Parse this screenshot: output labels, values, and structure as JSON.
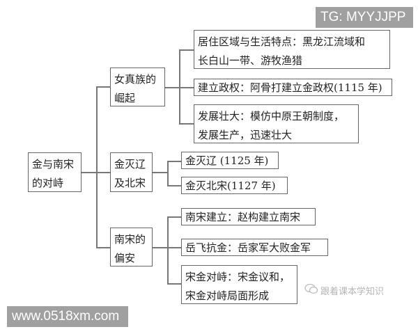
{
  "watermarks": {
    "top_right": "TG: MYYJJPP",
    "bottom_left": "www.0518xm.com",
    "wechat": "跟着课本学知识"
  },
  "root": {
    "line1": "金与南宋",
    "line2": "的对峙"
  },
  "branches": [
    {
      "line1": "女真族的",
      "line2": "崛起",
      "items": [
        {
          "line1": "居住区域与生活特点：黑龙江流域和",
          "line2": "长白山一带、游牧渔猎"
        },
        {
          "line1": "建立政权：阿骨打建立金政权(1115 年)"
        },
        {
          "line1": "发展壮大：模仿中原王朝制度，",
          "line2": "发展生产，迅速壮大"
        }
      ]
    },
    {
      "line1": "金灭辽",
      "line2": "及北宋",
      "items": [
        {
          "line1": "金灭辽 (1125 年)"
        },
        {
          "line1": "金灭北宋(1127 年)"
        }
      ]
    },
    {
      "line1": "南宋的",
      "line2": "偏安",
      "items": [
        {
          "line1": "南宋建立：赵构建立南宋"
        },
        {
          "line1": "岳飞抗金：岳家军大败金军"
        },
        {
          "line1": "宋金对峙：宋金议和，",
          "line2": "宋金对峙局面形成"
        }
      ]
    }
  ]
}
